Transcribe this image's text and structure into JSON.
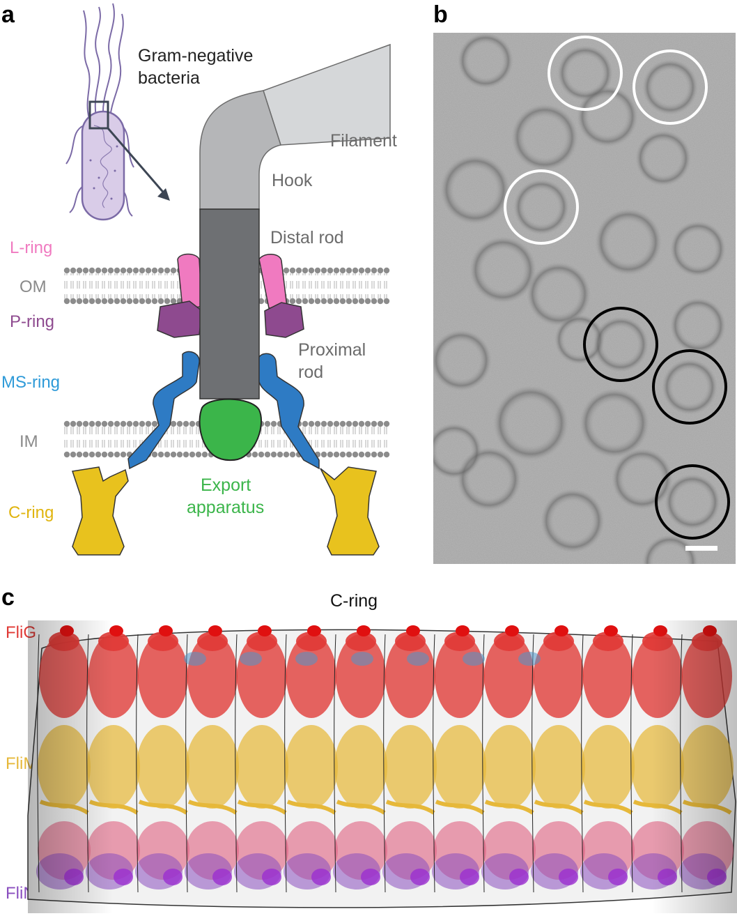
{
  "panels": {
    "a": {
      "letter": "a",
      "bacteria_label_line1": "Gram-negative",
      "bacteria_label_line2": "bacteria",
      "structure_labels": {
        "filament": "Filament",
        "hook": "Hook",
        "distal_rod": "Distal rod",
        "proximal_rod_line1": "Proximal",
        "proximal_rod_line2": "rod",
        "export_line1": "Export",
        "export_line2": "apparatus"
      },
      "side_labels": {
        "l_ring": "L-ring",
        "om": "OM",
        "p_ring": "P-ring",
        "ms_ring": "MS-ring",
        "im": "IM",
        "c_ring": "C-ring"
      },
      "colors": {
        "l_ring": "#f07ac0",
        "p_ring": "#8e4a8f",
        "ms_ring": "#2e7bc4",
        "c_ring": "#e8c21e",
        "export": "#3bb54a",
        "rod": "#6e7073",
        "hook": "#b5b6b8",
        "filament": "#d5d7d9",
        "label_grey": "#6b6b6b"
      }
    },
    "b": {
      "letter": "b",
      "image": "cryo-EM micrograph with circled particles",
      "circle_colors": [
        "#ffffff",
        "#000000"
      ]
    },
    "c": {
      "letter": "c",
      "title": "C-ring",
      "protein_labels": {
        "flig": "FliG",
        "flim": "FliM",
        "flin": "FliN"
      },
      "colors": {
        "flig": "#e03a36",
        "flim": "#e6b83a",
        "flin": "#8a4fbf",
        "flin_pink": "#e06080"
      }
    }
  }
}
